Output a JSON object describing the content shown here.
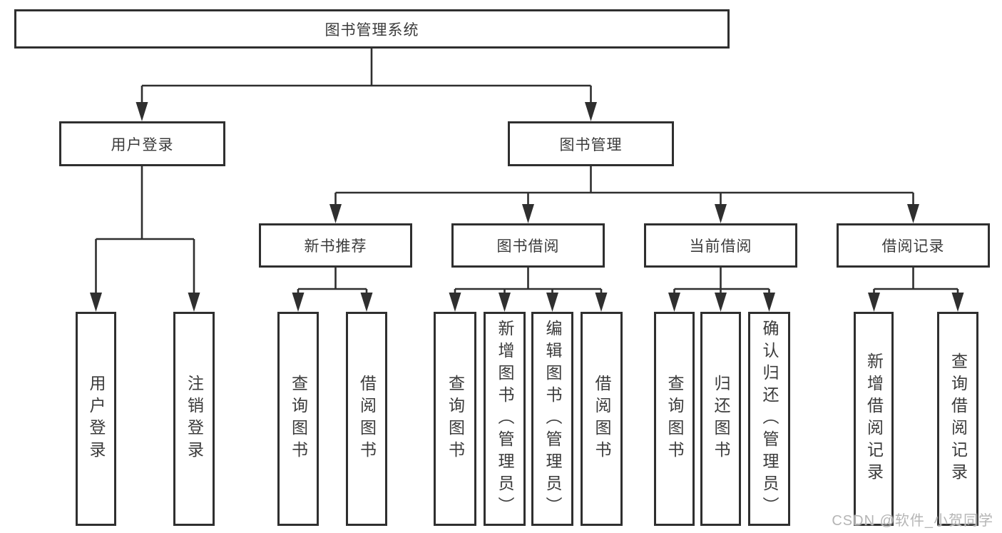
{
  "colors": {
    "line": "#2f2f2f",
    "box_border": "#2f2f2f",
    "text": "#3b3b3b",
    "watermark": "#b5b5b5",
    "background": "#ffffff"
  },
  "root": {
    "label": "图书管理系统"
  },
  "level2": [
    {
      "label": "用户登录"
    },
    {
      "label": "图书管理"
    }
  ],
  "level3": [
    {
      "label": "新书推荐"
    },
    {
      "label": "图书借阅"
    },
    {
      "label": "当前借阅"
    },
    {
      "label": "借阅记录"
    }
  ],
  "leaf_groups": [
    {
      "parent": "用户登录",
      "items": [
        "用户登录",
        "注销登录"
      ]
    },
    {
      "parent": "新书推荐",
      "items": [
        "查询图书",
        "借阅图书"
      ]
    },
    {
      "parent": "图书借阅",
      "items": [
        "查询图书",
        "新增图书（管理员）",
        "编辑图书（管理员）",
        "借阅图书"
      ]
    },
    {
      "parent": "当前借阅",
      "items": [
        "查询图书",
        "归还图书",
        "确认归还（管理员）"
      ]
    },
    {
      "parent": "借阅记录",
      "items": [
        "新增借阅记录",
        "查询借阅记录"
      ]
    }
  ],
  "watermark": {
    "text": "CSDN @软件_小贺同学"
  }
}
